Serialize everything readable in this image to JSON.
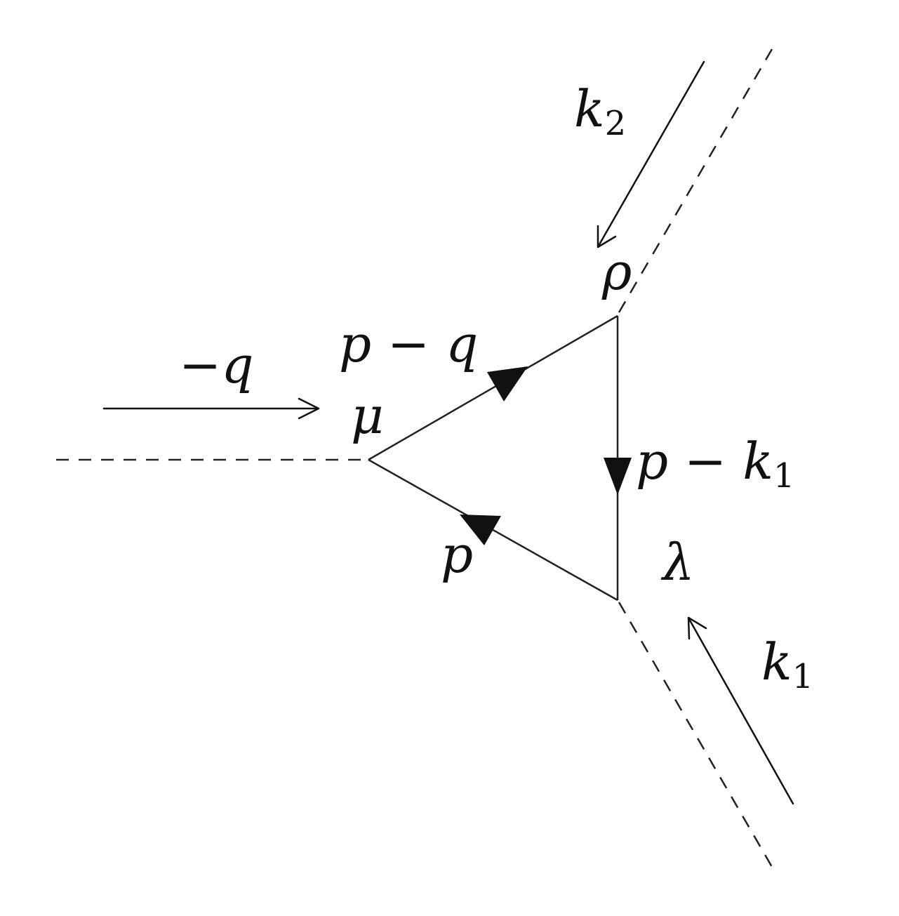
{
  "diagram": {
    "line_color": "#222222",
    "labels": {
      "incoming_q": "−q",
      "vertex_mu": "μ",
      "vertex_rho": "ρ",
      "vertex_lambda": "λ",
      "edge_p_minus_q": "p − q",
      "edge_p_minus_k1_main": "p − k",
      "edge_p_minus_k1_sub": "1",
      "edge_p": "p",
      "k2_main": "k",
      "k2_sub": "2",
      "k1_main": "k",
      "k1_sub": "1"
    }
  }
}
